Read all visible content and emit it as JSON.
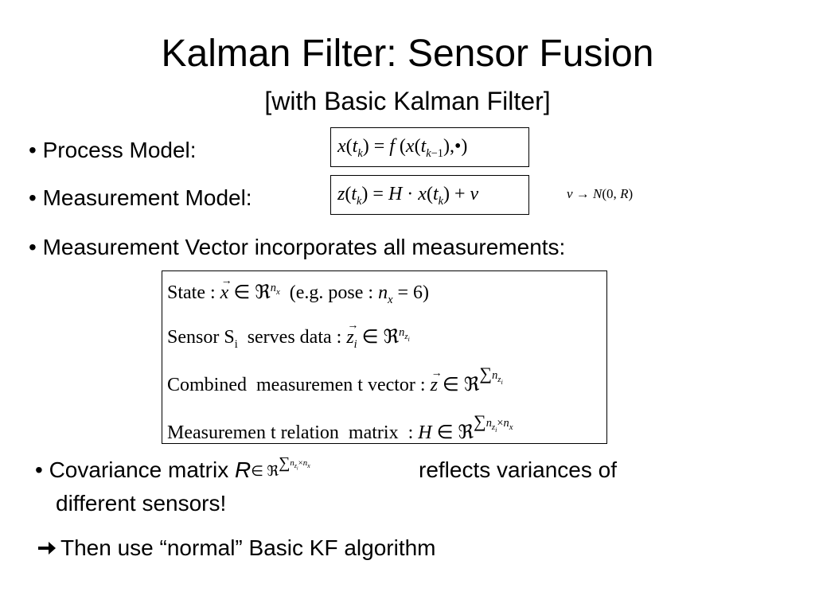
{
  "title": "Kalman Filter: Sensor Fusion",
  "subtitle": "[with Basic Kalman Filter]",
  "bullets": {
    "process_model": "• Process Model:",
    "measurement_model": "• Measurement Model:",
    "measurement_vector": "• Measurement Vector incorporates all measurements:",
    "covariance_prefix": "• Covariance matrix",
    "covariance_symbol": "R",
    "covariance_suffix": "reflects variances of",
    "covariance_line2": "different sensors!",
    "then_use": "Then use “normal” Basic KF algorithm"
  },
  "icons": {
    "then_use_arrow": "right-arrow-icon"
  },
  "equations": {
    "process": "x(t_k) = f(x(t_{k-1}), •)",
    "measurement": "z(t_k) = H · x(t_k) + v",
    "noise": "v → N(0, R)"
  },
  "box_lines": {
    "state": "State : x ∈ ℜ^{n_x} (e.g. pose : n_x = 6)",
    "sensor": "Sensor S_i serves data : z_i ∈ ℜ^{n_{z_i}}",
    "combined": "Combined measuremen t vector : z ∈ ℜ^{Σ n_{z_i}}",
    "relation": "Measuremen t relation matrix : H ∈ ℜ^{Σ n_{z_i} × n_x}"
  }
}
